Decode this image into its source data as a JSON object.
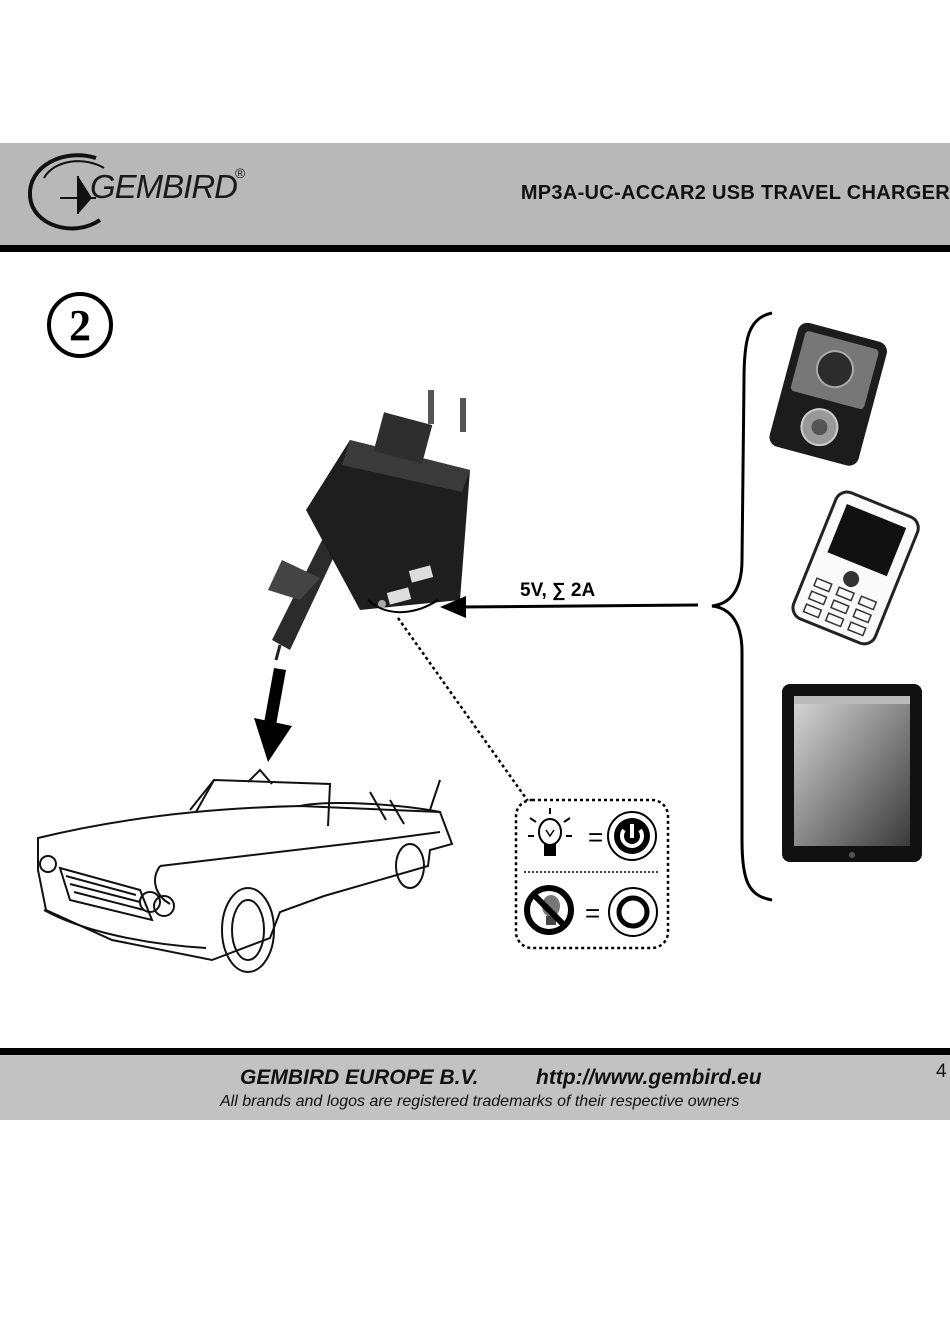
{
  "header": {
    "brand": "GEMBIRD",
    "registered_mark": "®",
    "title": "MP3A-UC-ACCAR2 USB TRAVEL CHARGER"
  },
  "step": {
    "number": "2"
  },
  "output_spec": "5V, ∑  2A",
  "indicator_legend": [
    {
      "state": "lamp lit",
      "equals": "=",
      "symbol": "power-on-icon"
    },
    {
      "state": "lamp crossed out",
      "equals": "=",
      "symbol": "power-off-icon"
    }
  ],
  "devices": [
    "mp3-player",
    "mobile-phone",
    "tablet"
  ],
  "footer": {
    "company": "GEMBIRD EUROPE B.V.",
    "url": "http://www.gembird.eu",
    "note": "All brands and logos are registered trademarks of their respective owners",
    "page_number": "4"
  },
  "colors": {
    "header_bg": "#b8b8b8",
    "footer_bg": "#c2c2c2",
    "rule": "#000000"
  }
}
